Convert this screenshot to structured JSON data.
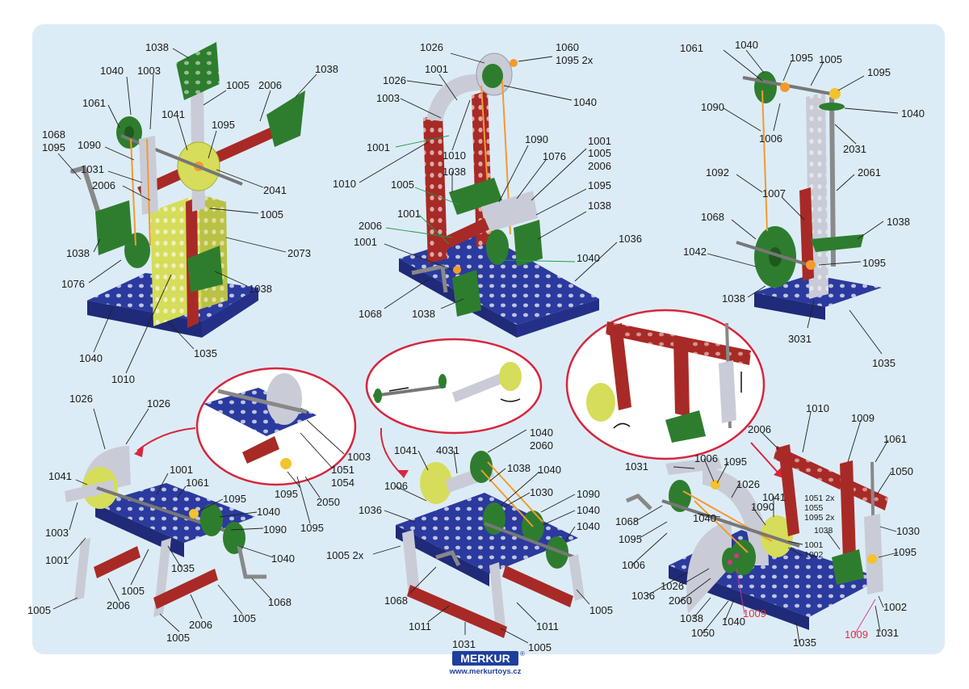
{
  "brand": {
    "logo_text": "MERKUR",
    "registered": "®",
    "url": "www.merkurtoys.cz"
  },
  "colors": {
    "blue": "#2b3a9e",
    "red": "#a82a26",
    "green": "#2e7d2e",
    "yellow": "#d6dd5a",
    "grey": "#c9ccd6",
    "orange": "#f39a2e",
    "callout": "#d7263d",
    "bg": "#dcecf6"
  },
  "labels": {
    "m1": [
      "1038",
      "1040",
      "1003",
      "1005",
      "2006",
      "1038",
      "1061",
      "1041",
      "1095",
      "1068",
      "1095",
      "1090",
      "1031",
      "2041",
      "2006",
      "1005",
      "1038",
      "2073",
      "1076",
      "1038",
      "1040",
      "1010",
      "1035"
    ],
    "m2": [
      "1026",
      "1060",
      "1095 2x",
      "1001",
      "1026",
      "1003",
      "1040",
      "1001",
      "1010",
      "1090",
      "1010",
      "1076",
      "1001",
      "1005",
      "2006",
      "1038",
      "1005",
      "1095",
      "1001",
      "1038",
      "2006",
      "1036",
      "1001",
      "1040",
      "1068",
      "1038"
    ],
    "m3": [
      "1061",
      "1040",
      "1095",
      "1005",
      "1095",
      "1090",
      "1040",
      "1006",
      "2031",
      "1092",
      "2061",
      "1007",
      "1068",
      "1038",
      "1042",
      "1095",
      "1038",
      "3031",
      "1035"
    ],
    "m4": [
      "1026",
      "1026",
      "1041",
      "1001",
      "1061",
      "1095",
      "1040",
      "1003",
      "1090",
      "1001",
      "1040",
      "1035",
      "1005",
      "1068",
      "1005",
      "2006",
      "2006",
      "1005",
      "1005"
    ],
    "zoom1": [
      "1003",
      "1051",
      "1054",
      "1095",
      "2050",
      "1095"
    ],
    "m5": [
      "1040",
      "2060",
      "1041",
      "4031",
      "1038",
      "1040",
      "1006",
      "1030",
      "1090",
      "1036",
      "1040",
      "1040",
      "1005 2x",
      "1068",
      "1005",
      "1011",
      "1011",
      "1031",
      "1005"
    ],
    "m6": [
      "1010",
      "1009",
      "2006",
      "1061",
      "1031",
      "1006",
      "1095",
      "1050",
      "1068",
      "1026",
      "1041",
      "1051 2x",
      "1055",
      "1095 2x",
      "1040",
      "1090",
      "1095",
      "1030",
      "1038",
      "1001",
      "1002",
      "1006",
      "1095",
      "1036",
      "1026",
      "2060",
      "1038",
      "1040",
      "1050",
      "1009",
      "1035",
      "1002",
      "1031",
      "1009"
    ]
  }
}
